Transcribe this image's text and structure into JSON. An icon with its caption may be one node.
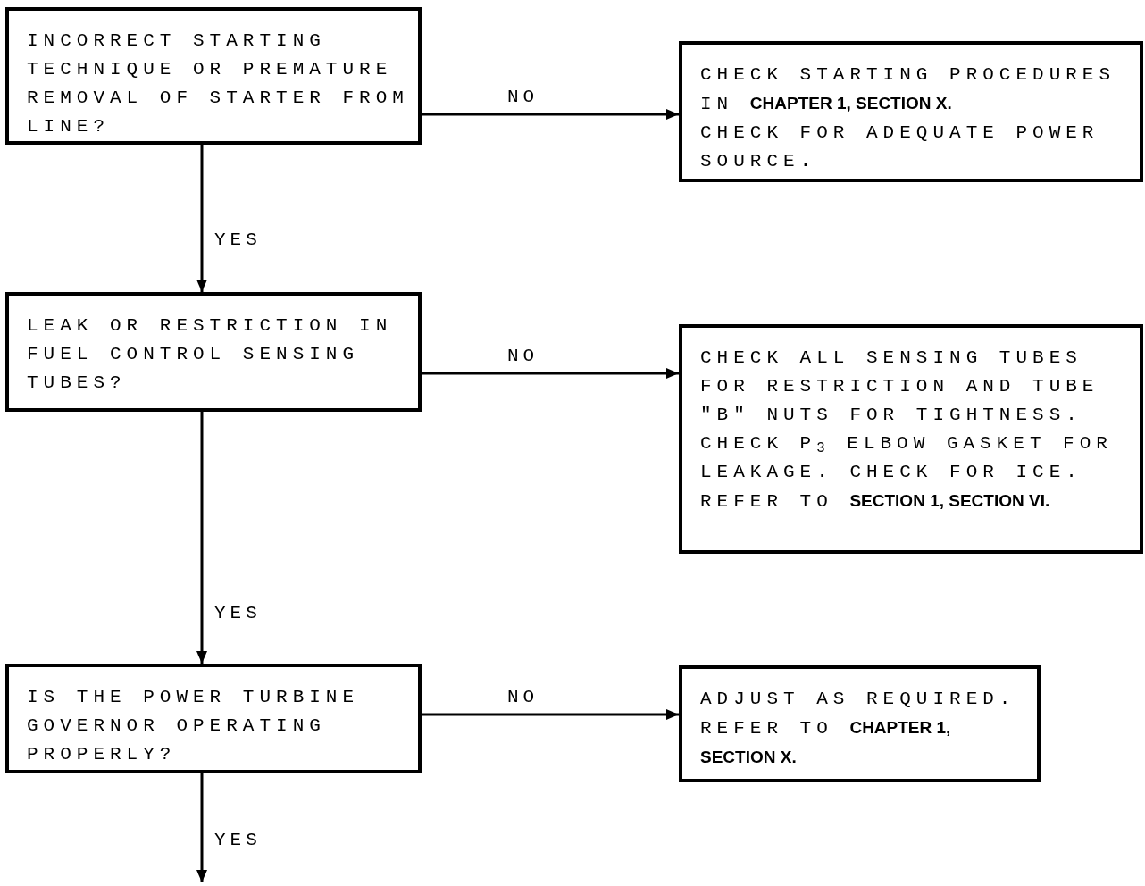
{
  "diagram": {
    "nodes": [
      {
        "text": [
          "INCORRECT STARTING TECHNIQUE OR PREMATURE REMOVAL OF STARTER FROM LINE?"
        ]
      },
      {
        "text": [
          "CHECK STARTING PROCEDURES IN **CHAPTER 1, SECTION X.**",
          "CHECK FOR ADEQUATE POWER SOURCE."
        ]
      },
      {
        "text": [
          "LEAK OR RESTRICTION IN FUEL CONTROL SENSING TUBES?"
        ]
      },
      {
        "text": [
          "CHECK ALL SENSING TUBES FOR RESTRICTION AND TUBE \"B\" NUTS FOR TIGHTNESS. CHECK P$_{3}$ ELBOW GASKET FOR LEAKAGE. CHECK FOR ICE. REFER TO **SECTION 1, SECTION VI.**"
        ]
      },
      {
        "text": [
          "IS THE POWER TURBINE GOVERNOR OPERATING PROPERLY?"
        ]
      },
      {
        "text": [
          "ADJUST AS REQUIRED. REFER TO **CHAPTER 1, SECTION X.**"
        ]
      }
    ],
    "edges": [
      {
        "from": 0,
        "to": 1,
        "arrow": "to",
        "label": "NO"
      },
      {
        "from": 0,
        "to": 2,
        "arrow": "to",
        "label": "YES"
      },
      {
        "from": 2,
        "to": 3,
        "arrow": "to",
        "label": "NO"
      },
      {
        "from": 2,
        "to": 4,
        "arrow": "to",
        "label": "YES"
      },
      {
        "from": 4,
        "to": 5,
        "arrow": "to",
        "label": "NO"
      },
      {
        "from": 4,
        "to": null,
        "arrow": "to",
        "label": "YES"
      }
    ]
  }
}
